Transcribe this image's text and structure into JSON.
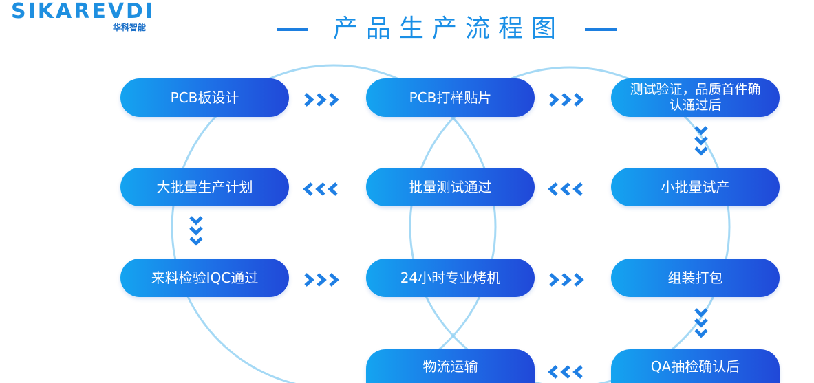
{
  "brand": {
    "logo_text": "SIKAREVDI",
    "logo_sub": "华科智能",
    "accent": "#1d7fe0"
  },
  "title": "产品生产流程图",
  "steps": [
    {
      "id": "pcb-design",
      "label": "PCB板设计"
    },
    {
      "id": "pcb-proof",
      "label": "PCB打样贴片"
    },
    {
      "id": "test-verify",
      "label": "测试验证，品质首件确认通过后"
    },
    {
      "id": "small-batch",
      "label": "小批量试产"
    },
    {
      "id": "batch-test",
      "label": "批量测试通过"
    },
    {
      "id": "mass-plan",
      "label": "大批量生产计划"
    },
    {
      "id": "iqc",
      "label": "来料检验IQC通过"
    },
    {
      "id": "burn-in",
      "label": "24小时专业烤机"
    },
    {
      "id": "packing",
      "label": "组装打包"
    },
    {
      "id": "qa",
      "label": "QA抽检确认后"
    },
    {
      "id": "logistics",
      "label": "物流运输"
    }
  ],
  "colors": {
    "box_start": "#14a4f0",
    "box_end": "#2048d8",
    "arrow": "#1f7fe4",
    "circle": "#8fd0f3"
  }
}
